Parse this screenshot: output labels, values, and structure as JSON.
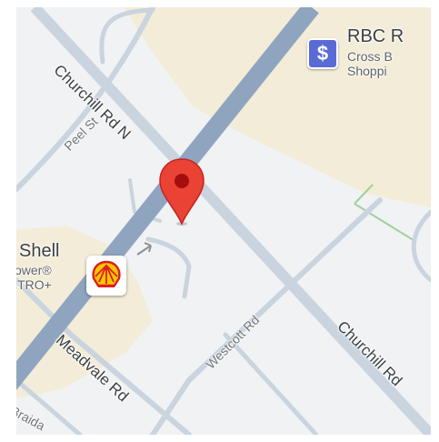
{
  "roads": {
    "churchill_north": "Churchill Rd N",
    "churchill_south": "Churchill Rd",
    "peel": "Peel St",
    "westcott": "Westcott Rd",
    "meadvale": "Meadvale Rd",
    "braida": "Braida"
  },
  "places": {
    "bank": {
      "title": "RBC R",
      "subtitle_line1": "Cross B",
      "subtitle_line2": "Shoppi",
      "icon": "dollar-sign-icon",
      "icon_glyph": "$",
      "color": "#5b6bd5"
    },
    "gas_station": {
      "title": "Shell",
      "subtitle_line1": "ower®",
      "subtitle_line2": "iTRO+",
      "icon": "shell-logo-icon"
    }
  },
  "marker": {
    "icon": "map-pin-icon",
    "color": "#ea4335"
  },
  "colors": {
    "background": "#f1f2f4",
    "arterial_road": "#8fa4bf",
    "side_road": "#c9d4df",
    "land_tint": "#f3ecd8",
    "park_path": "#9ed29b"
  }
}
